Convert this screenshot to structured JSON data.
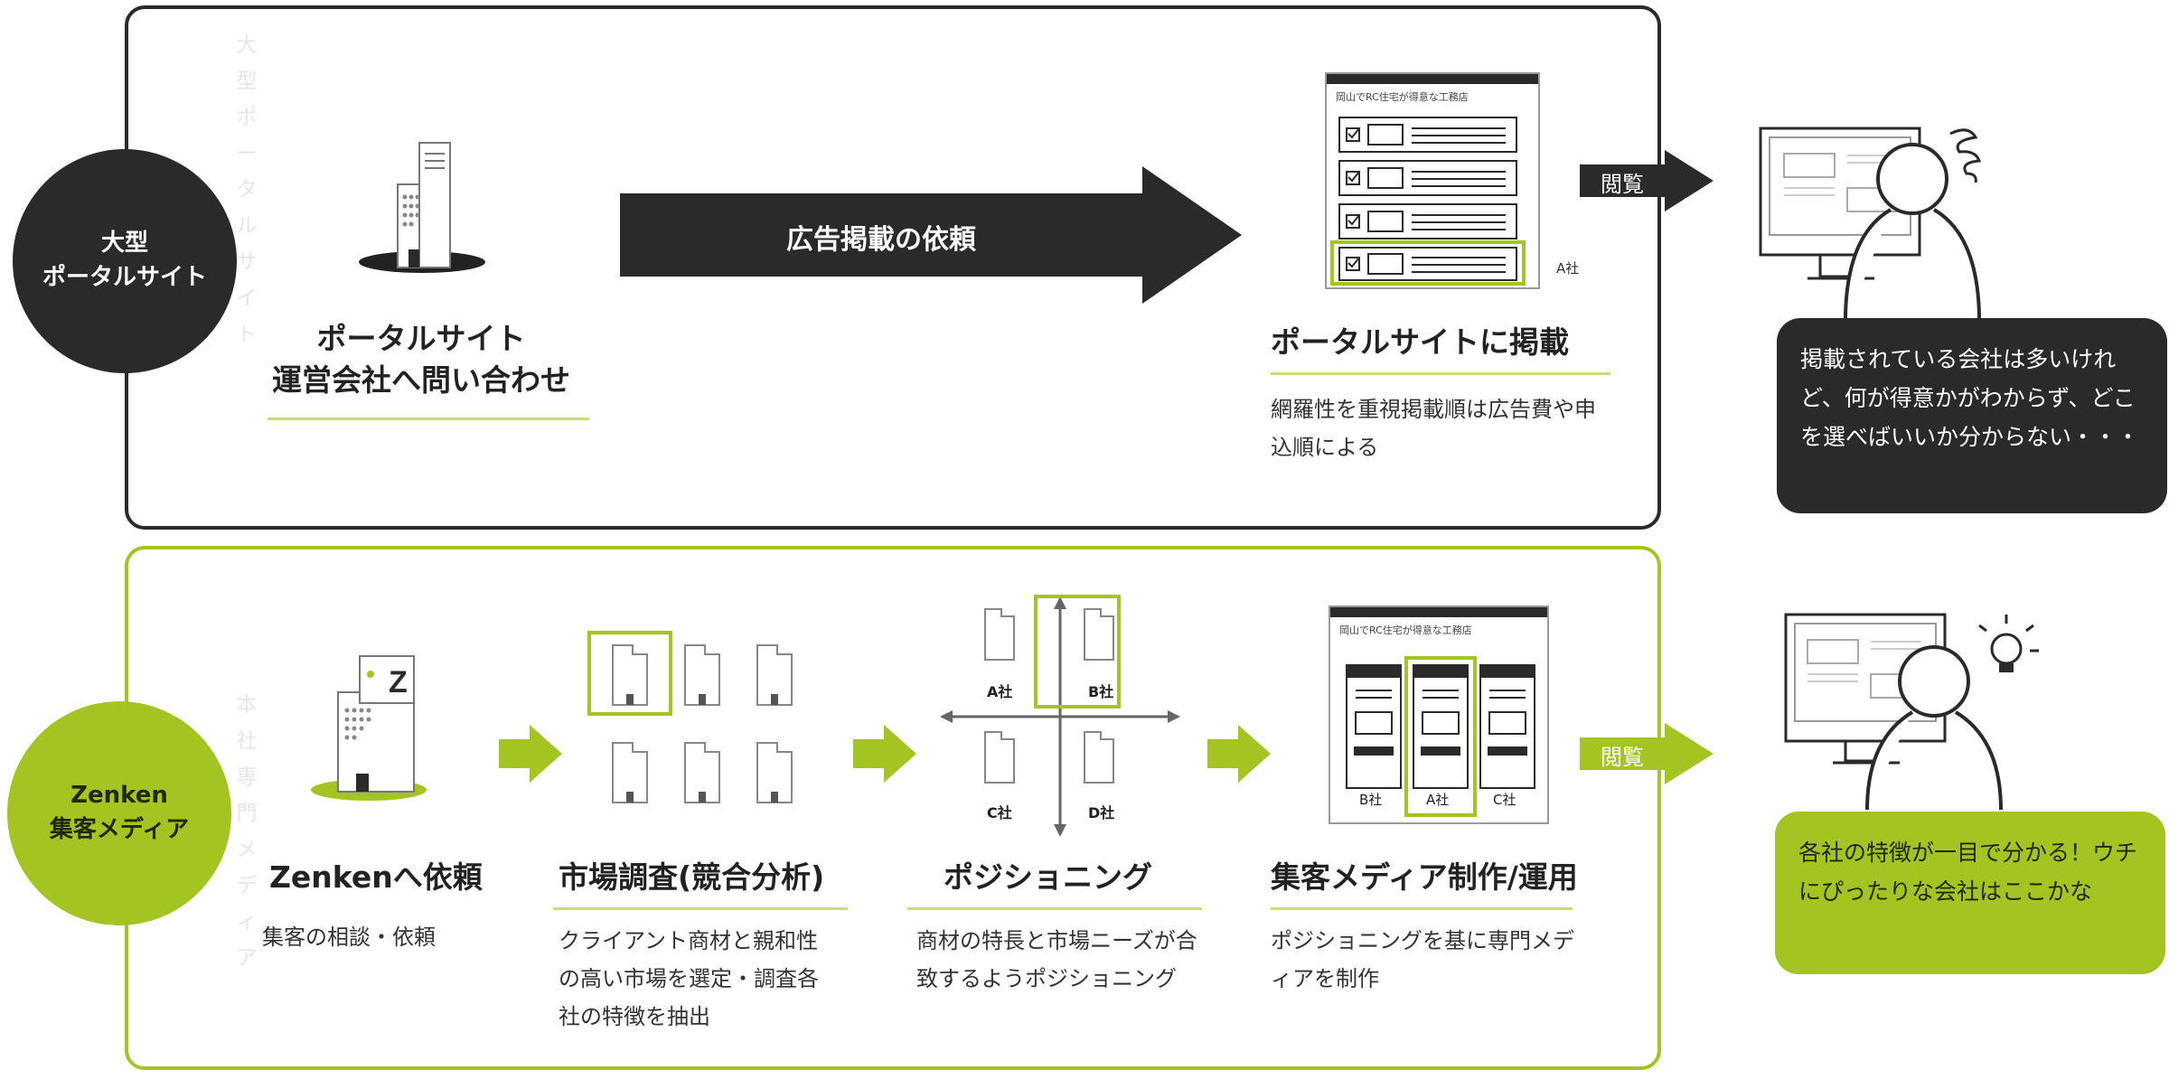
{
  "top": {
    "circle_line1": "大型",
    "circle_line2": "ポータルサイト",
    "vertical_text": "大型ポータルサイト",
    "step1_title_line1": "ポータルサイト",
    "step1_title_line2": "運営会社へ問い合わせ",
    "arrow_label": "広告掲載の依頼",
    "list_header": "岡山でRC住宅が得意な工務店",
    "company_tag": "A社",
    "step2_title": "ポータルサイトに掲載",
    "step2_desc": "網羅性を重視掲載順は広告費や申込順による",
    "browse_label": "閲覧",
    "bubble": "掲載されている会社は多いけれど、何が得意かがわからず、どこを選べばいいか分からない・・・"
  },
  "bottom": {
    "circle_line1": "Zenken",
    "circle_line2": "集客メディア",
    "vertical_text": "本社専門メディア",
    "building_letter": "Z",
    "step1_title": "Zenkenへ依頼",
    "step1_desc": "集客の相談・依頼",
    "step2_title": "市場調査(競合分析)",
    "step2_desc": "クライアント商材と親和性の高い市場を選定・調査各社の特徴を抽出",
    "step3_title": "ポジショニング",
    "step3_desc": "商材の特長と市場ニーズが合致するようポジショニング",
    "quadrant_a": "A社",
    "quadrant_b": "B社",
    "quadrant_c": "C社",
    "quadrant_d": "D社",
    "step4_title": "集客メディア制作/運用",
    "step4_desc": "ポジショニングを基に専門メディアを制作",
    "media_header": "岡山でRC住宅が得意な工務店",
    "media_col1": "B社",
    "media_col2": "A社",
    "media_col3": "C社",
    "browse_label": "閲覧",
    "bubble": "各社の特徴が一目で分かる！ウチにぴったりな会社はここかな"
  },
  "colors": {
    "dark": "#2a2a2a",
    "accent": "#a4c422",
    "accent_light": "#c8dc78"
  }
}
